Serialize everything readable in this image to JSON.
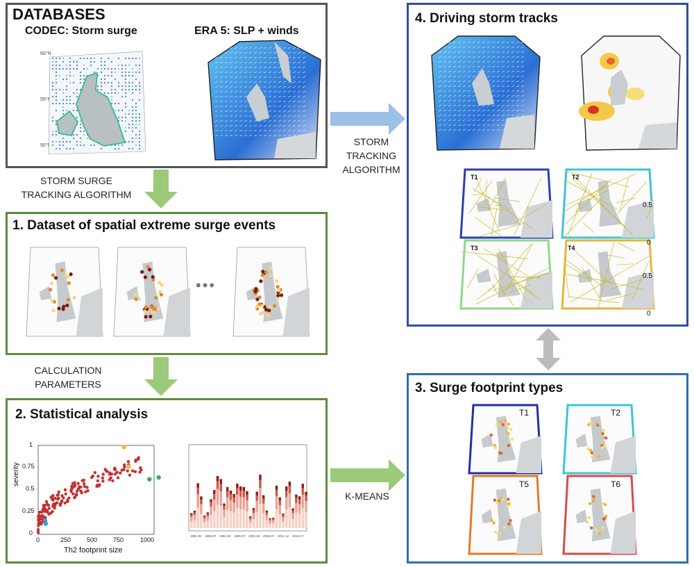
{
  "databases": {
    "title": "DATABASES",
    "codec_label": "CODEC: Storm surge",
    "era5_label": "ERA 5: SLP + winds",
    "lat_ticks": [
      "60°N",
      "55°N",
      "50°N"
    ]
  },
  "arrows": {
    "storm_surge_tracking": [
      "STORM SURGE",
      "TRACKING ALGORITHM"
    ],
    "storm_tracking": [
      "STORM",
      "TRACKING",
      "ALGORITHM"
    ],
    "calculation": [
      "CALCULATION",
      "PARAMETERS"
    ],
    "kmeans": "K-MEANS",
    "colors": {
      "green": "#9cc97a",
      "blue": "#9dc0e6",
      "grey": "#bcbcbc"
    }
  },
  "panel1": {
    "title": "1. Dataset of spatial extreme surge events",
    "ellipsis": "•••",
    "border": "#5b8c3a"
  },
  "panel2": {
    "title": "2. Statistical analysis",
    "border": "#5b8c3a",
    "scatter": {
      "xlabel": "Th2 footprint size",
      "ylabel": "severity",
      "xticks": [
        "0",
        "250",
        "500",
        "750",
        "1000"
      ],
      "yticks": [
        "0",
        "0.25",
        "0.5",
        "0.75",
        "1"
      ]
    },
    "bars": {
      "xticks": [
        "1981-82",
        "1986-87",
        "1991-92",
        "1996-97",
        "2001-02",
        "2006-07",
        "2011-12",
        "2016-17"
      ]
    }
  },
  "panel3": {
    "title": "3. Surge footprint types",
    "border": "#2f6db5",
    "types": [
      "T1",
      "T2",
      "T5",
      "T6"
    ],
    "type_colors": [
      "#1f2fa8",
      "#39c6d4",
      "#e07a2a",
      "#d94a4a"
    ]
  },
  "panel4": {
    "title": "4. Driving storm tracks",
    "border": "#2f4f9e",
    "tracks": [
      "T1",
      "T2",
      "T3",
      "T4"
    ],
    "track_colors": [
      "#2a3fb0",
      "#39c6d4",
      "#8fd88a",
      "#e6b43a"
    ],
    "side_ticks": [
      "0.5",
      "0",
      "0.5",
      "0"
    ]
  }
}
